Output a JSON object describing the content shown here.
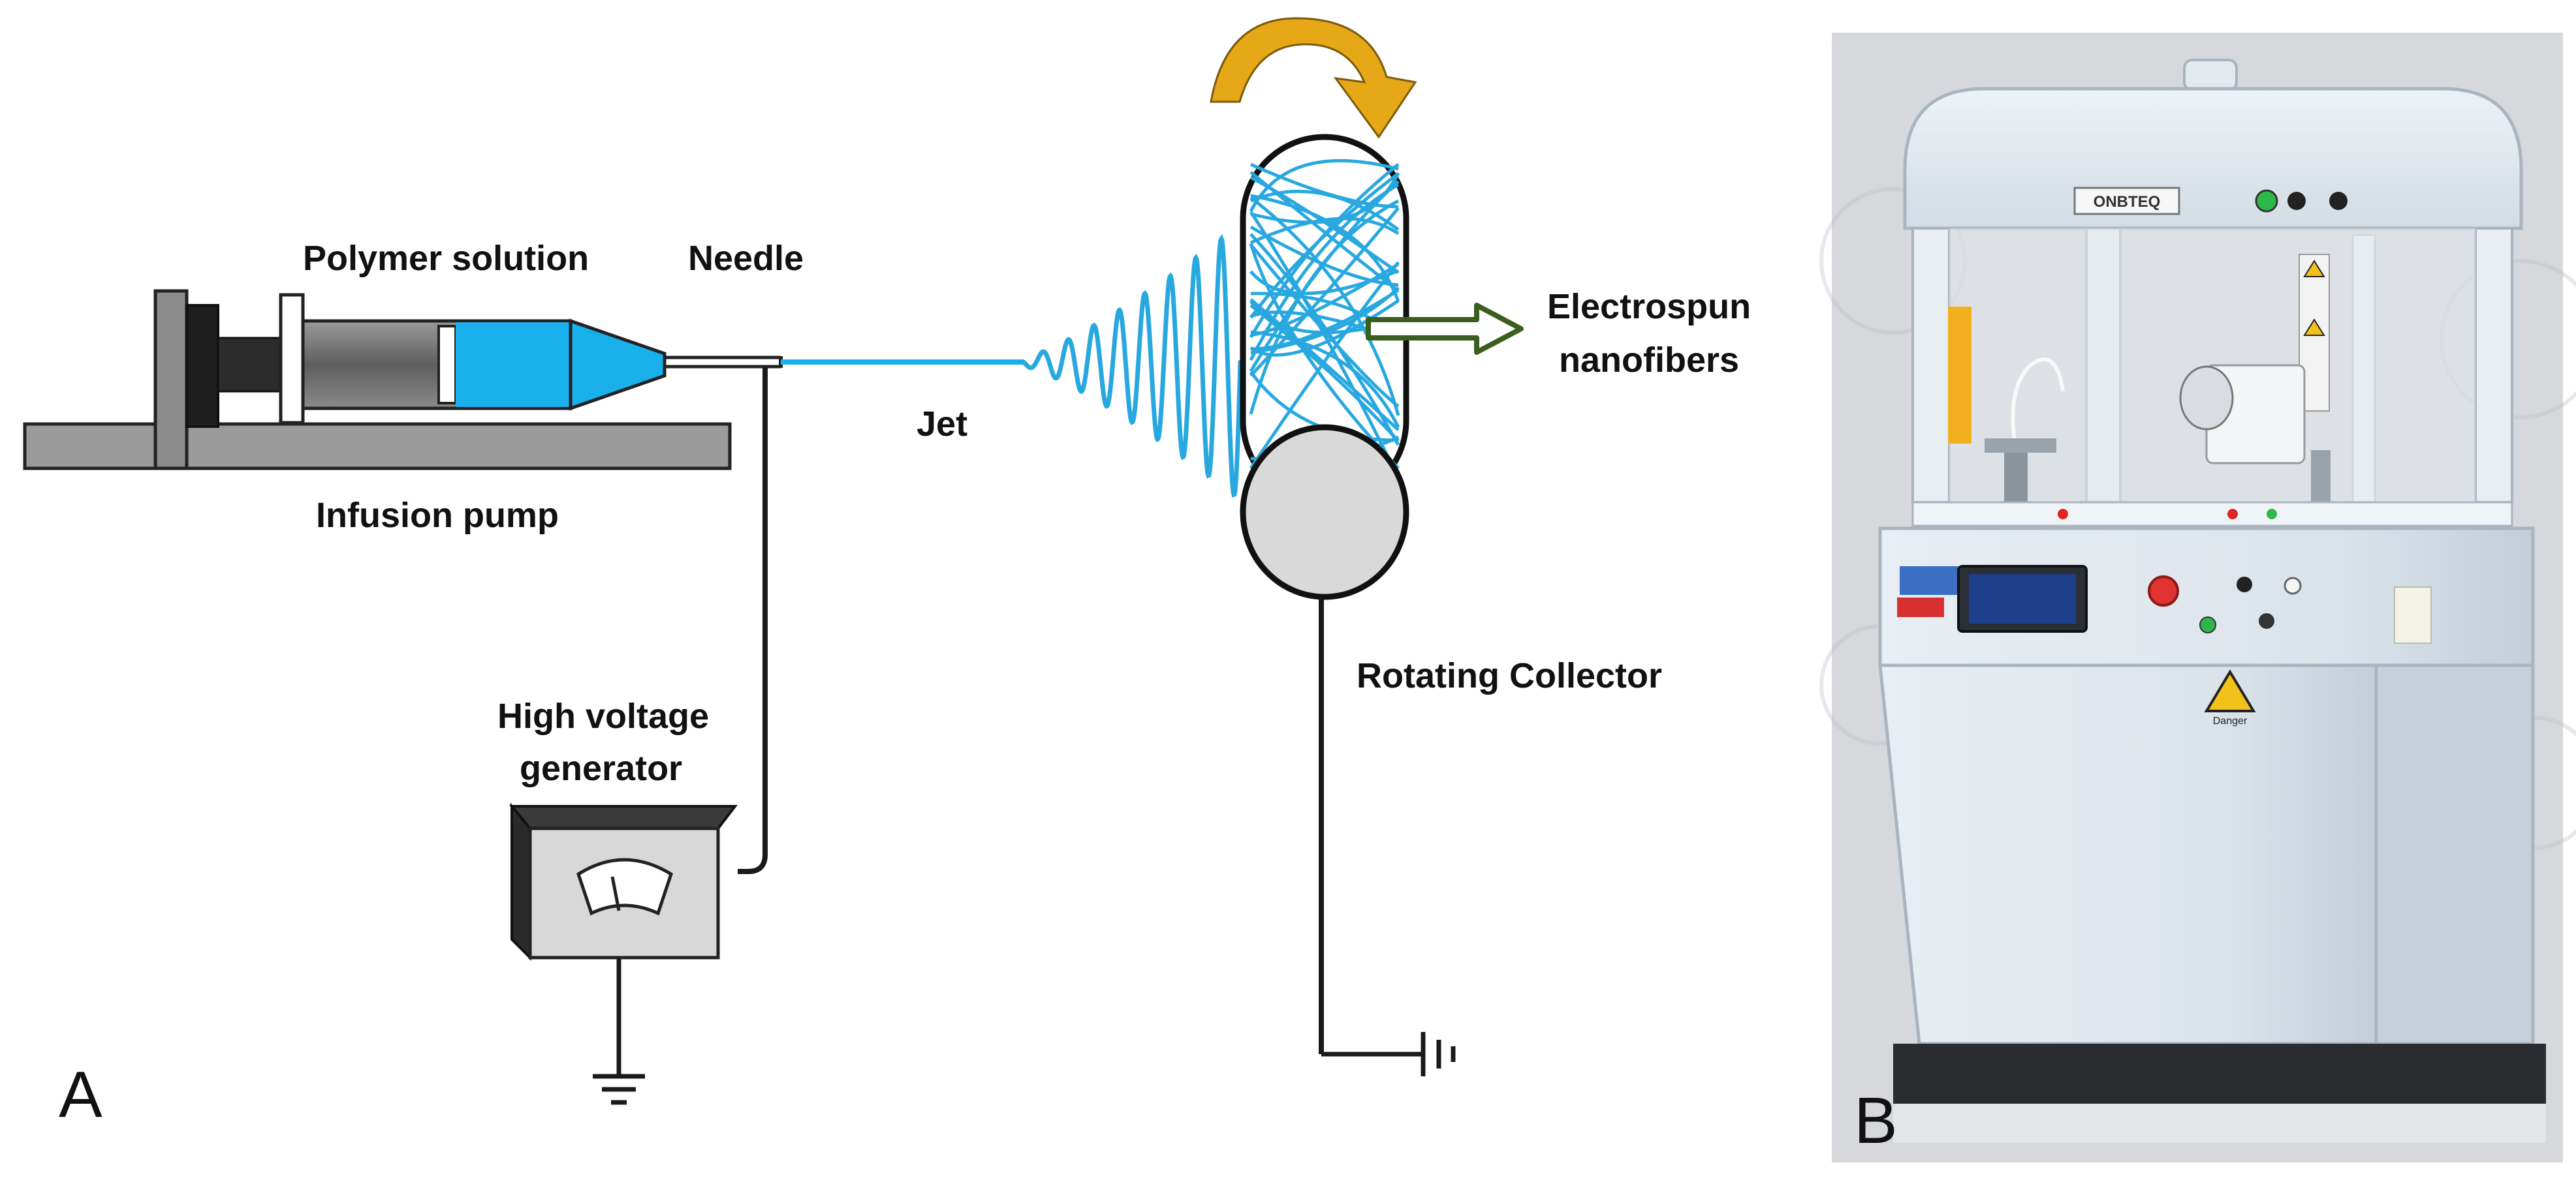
{
  "labels": {
    "polymer_solution": "Polymer solution",
    "needle": "Needle",
    "infusion_pump": "Infusion pump",
    "jet": "Jet",
    "electrospun_1": "Electrospun",
    "electrospun_2": "nanofibers",
    "high_voltage_1": "High voltage",
    "high_voltage_2": "generator",
    "rotating_collector": "Rotating Collector"
  },
  "panels": {
    "a": "A",
    "b": "B"
  },
  "machine": {
    "brand_plate": "ONBTEQ",
    "warning_sign_text": "Danger"
  },
  "colors": {
    "solution": "#1ab0ec",
    "fiber": "#29a8e0",
    "rotation_arrow": "#e6a817",
    "output_arrow": "#3b5e1f",
    "machine_body": "#dfe6ed",
    "machine_shadow": "#c6d0da"
  }
}
